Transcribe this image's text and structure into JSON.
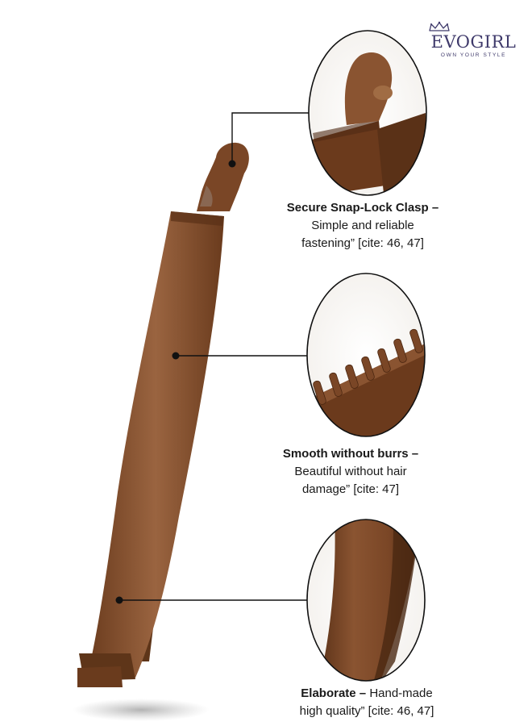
{
  "brand": {
    "name": "EVOGIRL",
    "tagline": "OWN YOUR STYLE",
    "logo_icon": "crown-icon",
    "color": "#3f3a6b"
  },
  "product": {
    "name": "banana hair clip",
    "color": "#7a4a2a"
  },
  "features": [
    {
      "title": "Secure Snap-Lock Clasp –",
      "line1": "Simple and reliable",
      "line2": "fastening” [cite: 46, 47]"
    },
    {
      "title": "Smooth without burrs –",
      "line1": "Beautiful without hair",
      "line2": "damage” [cite: 47]"
    },
    {
      "title": "Elaborate –",
      "line1": " Hand-made",
      "line2": "high quality” [cite: 46, 47]"
    }
  ]
}
